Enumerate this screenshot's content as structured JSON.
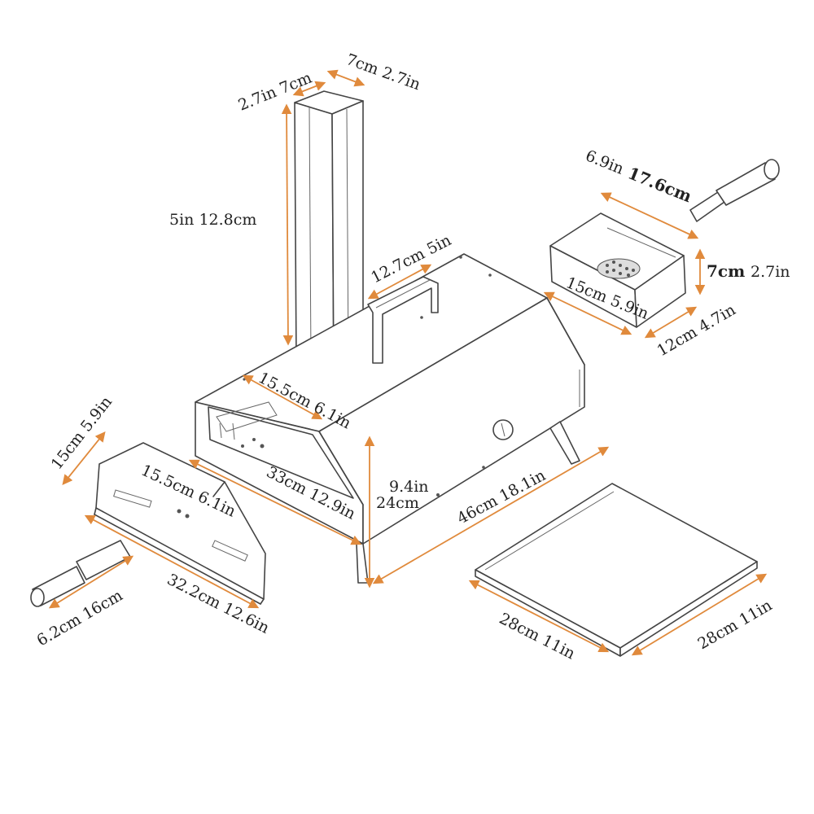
{
  "colors": {
    "dimension_line": "#e08a3c",
    "outline": "#444444",
    "text": "#222222",
    "background": "#ffffff"
  },
  "labels": {
    "chimney_top_left": "2.7in 7cm",
    "chimney_top_right": "7cm 2.7in",
    "chimney_height": "5in  12.8cm",
    "handle_length": "12.7cm 5in",
    "oven_depth_front": "15.5cm 6.1in",
    "oven_front_width": "33cm 12.9in",
    "oven_height_in": "9.4in",
    "oven_height_cm": "24cm",
    "oven_length": "46cm 18.1in",
    "door_height": "15cm 5.9in",
    "door_inner_width": "15.5cm 6.1in",
    "door_width": "32.2cm 12.6in",
    "door_handle": "6.2cm 16cm",
    "tray_length_in": "6.9in",
    "tray_length_cm": "17.6cm",
    "tray_height_cm": "7cm",
    "tray_height_in": "2.7in",
    "tray_width": "15cm 5.9in",
    "tray_depth": "12cm 4.7in",
    "stone_left": "28cm 11in",
    "stone_right": "28cm 11in"
  }
}
